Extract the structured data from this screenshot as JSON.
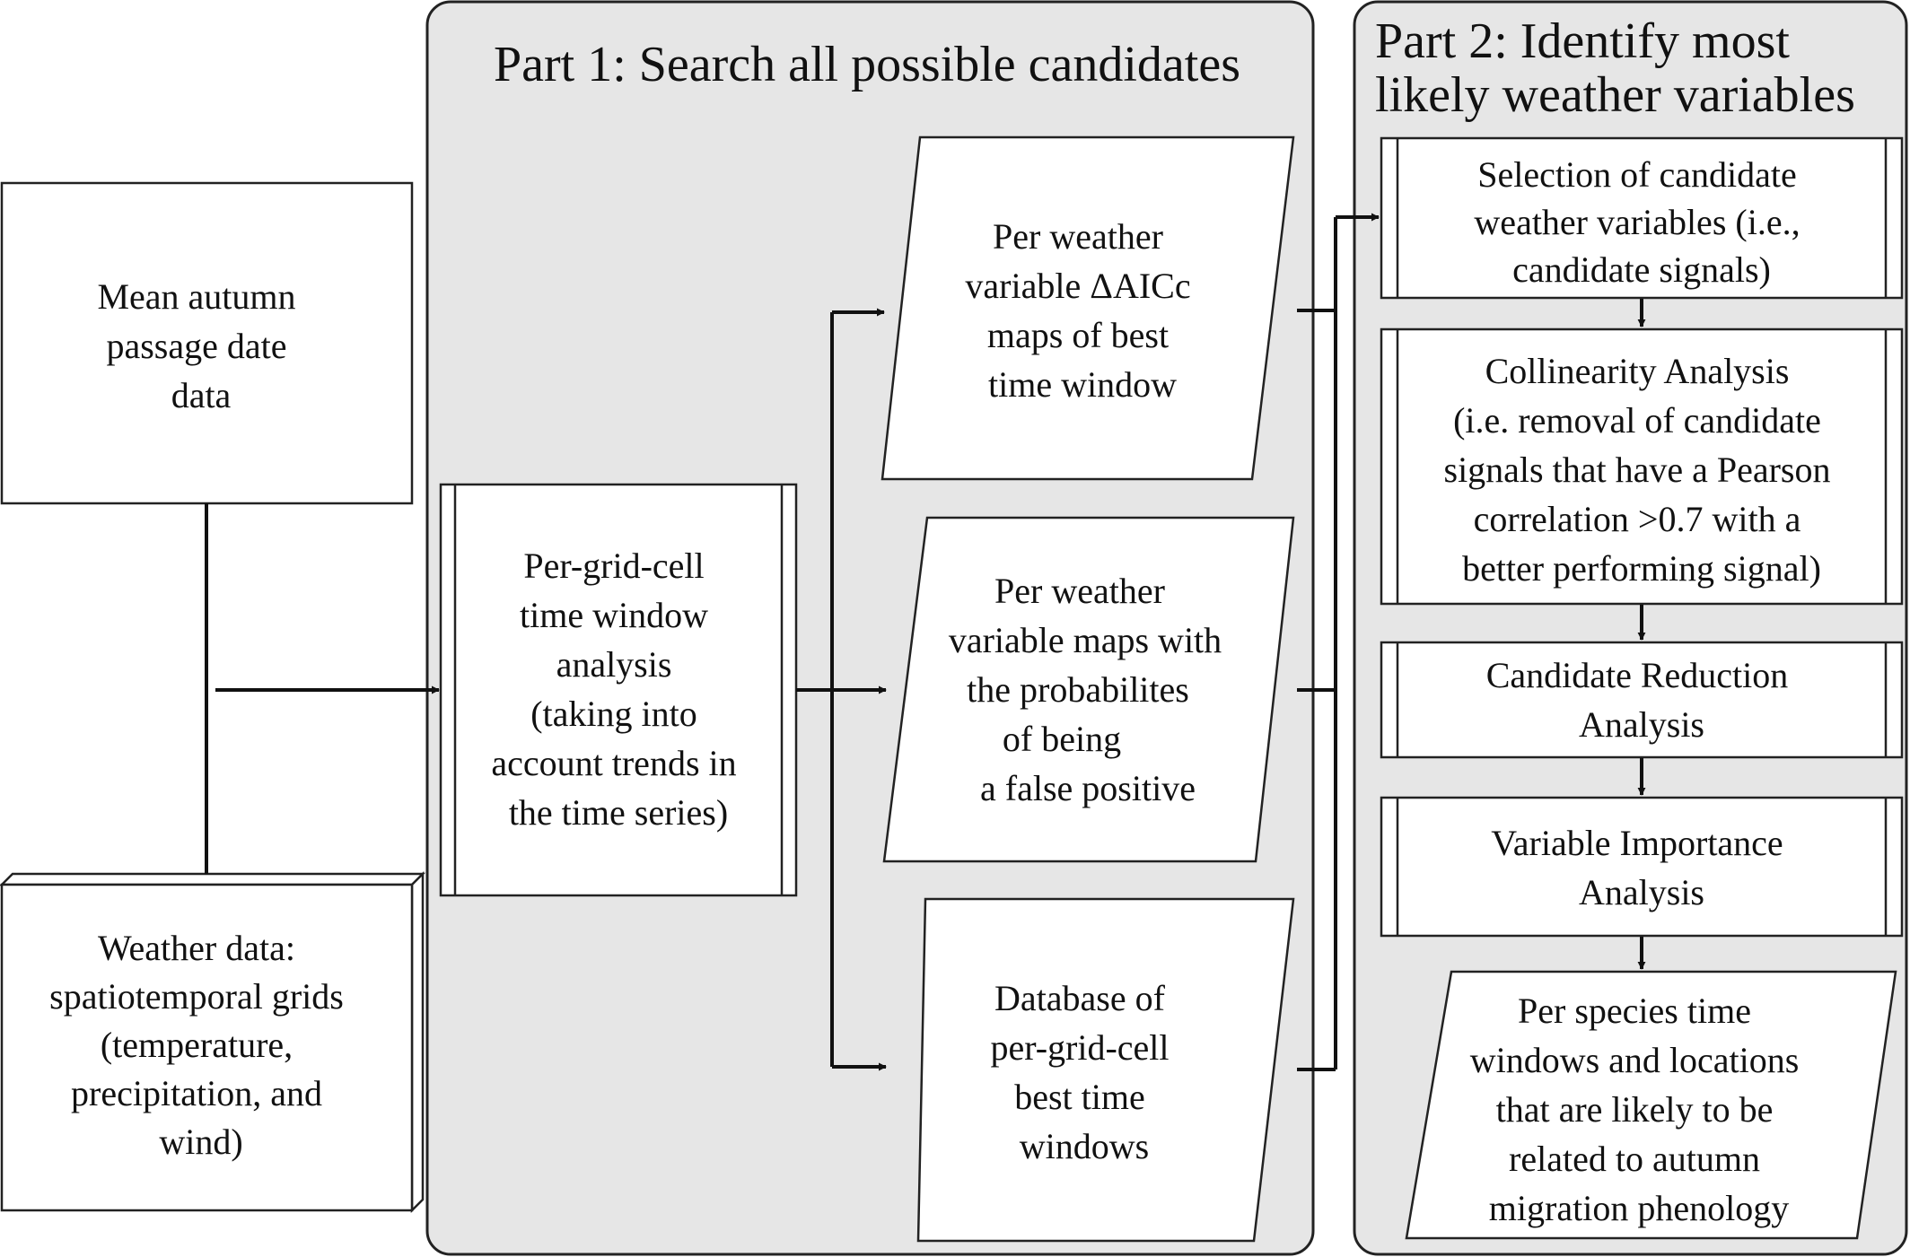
{
  "part1": {
    "title": "Part 1: Search all possible candidates"
  },
  "part2": {
    "title_lines": [
      "Part 2: Identify most",
      "likely weather variables"
    ]
  },
  "inputs": {
    "passage": [
      "Mean autumn",
      "passage date",
      "data"
    ],
    "weather": [
      "Weather data:",
      "spatiotemporal grids",
      "(temperature,",
      "precipitation, and",
      "wind)"
    ]
  },
  "analysis": [
    "Per-grid-cell",
    "time window",
    "analysis",
    "(taking into",
    "account trends in",
    "the time series)"
  ],
  "outputs": {
    "aicc": [
      "Per weather",
      "variable ΔAICc",
      "maps of best",
      "time window"
    ],
    "probabilities": [
      "Per weather",
      "variable maps with",
      "the probabilites",
      "of being",
      "a false positive"
    ],
    "database": [
      "Database of",
      "per-grid-cell",
      "best time",
      "windows"
    ]
  },
  "steps": {
    "selection": [
      "Selection of candidate",
      "weather variables (i.e.,",
      "candidate signals)"
    ],
    "collinearity": [
      "Collinearity Analysis",
      "(i.e. removal of candidate",
      "signals that have a Pearson",
      "correlation >0.7 with a",
      "better performing signal)"
    ],
    "reduction": [
      "Candidate Reduction",
      "Analysis"
    ],
    "importance": [
      "Variable Importance",
      "Analysis"
    ],
    "result": [
      "Per species time",
      "windows and locations",
      "that are likely to be",
      "related to autumn",
      "migration phenology"
    ]
  }
}
